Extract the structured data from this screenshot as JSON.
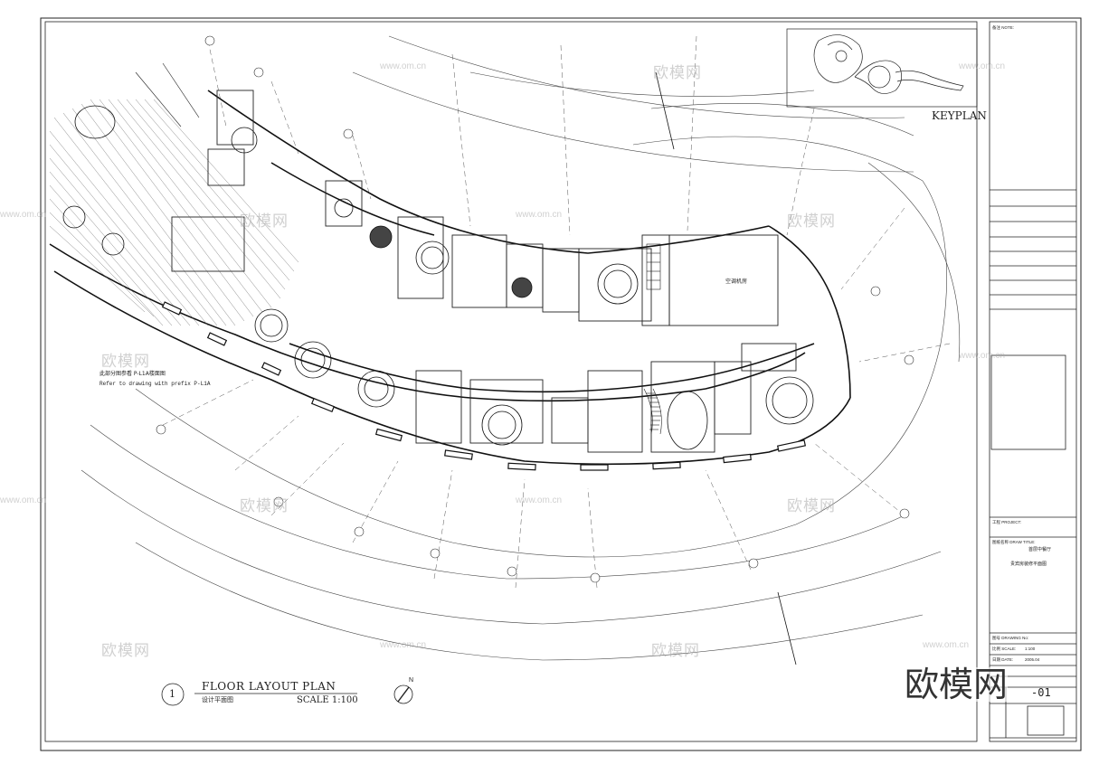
{
  "colors": {
    "line": "#222222",
    "paper": "#ffffff",
    "watermark": "#aaaaaa"
  },
  "drawing": {
    "title": "FLOOR LAYOUT PLAN",
    "subtitle_cn": "设计平面图",
    "scale": "SCALE 1:100",
    "view_number": "1",
    "north_label": "N"
  },
  "keyplan": {
    "label": "KEYPLAN"
  },
  "reference_note": {
    "cn": "此部分图参看 P-L1A楼面图",
    "en": "Refer to drawing with prefix P-L1A"
  },
  "rooms": {
    "aircon_room": "空调机房"
  },
  "title_block": {
    "remarks_label": "备注 NOTE:",
    "project_label": "工程 PROJECT:",
    "drawing_title_label": "图纸名称 DRAW TITLE:",
    "drawing_title_line1": "首层中餐厅",
    "drawing_title_line2": "贵宾房装修平面图",
    "drawing_number_label": "图号 DRAWING No:",
    "scale_label": "比例 SCALE:",
    "scale_value": "1:100",
    "date_label": "日期 DATE:",
    "date_value": "2005.04",
    "sheet_code": "-01"
  },
  "watermark": {
    "brand": "欧模网",
    "url": "www.om.cn",
    "large": "欧模网"
  }
}
